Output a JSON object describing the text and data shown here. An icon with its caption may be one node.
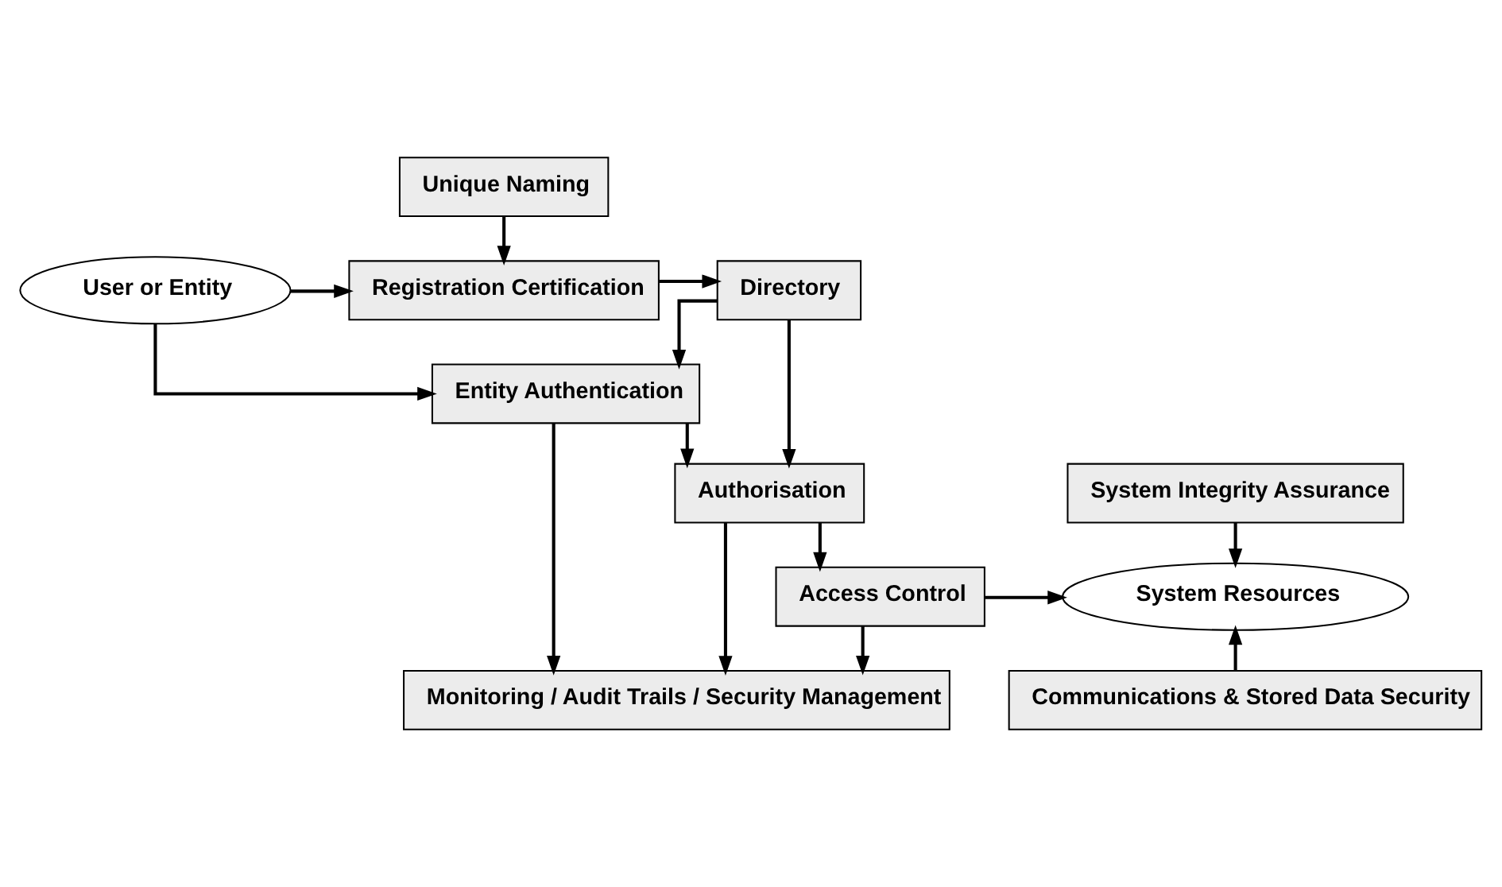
{
  "diagram": {
    "nodes": [
      {
        "text": [
          "Unique Naming"
        ]
      },
      {
        "text": [
          "Registration Certification"
        ]
      },
      {
        "text": [
          "User or Entity"
        ]
      },
      {
        "text": [
          "Directory"
        ]
      },
      {
        "text": [
          "System Integrity Assurance"
        ]
      },
      {
        "text": [
          "Entity Authentication"
        ]
      },
      {
        "text": [
          "Authorisation"
        ]
      },
      {
        "text": [
          "System Resources"
        ]
      },
      {
        "text": [
          "Access Control"
        ]
      },
      {
        "text": [
          "Monitoring / Audit Trails / Security Management"
        ]
      },
      {
        "text": [
          "Communications & Stored Data Security"
        ]
      }
    ],
    "edges": [
      {
        "from": 0,
        "to": 1,
        "arrow": "to"
      },
      {
        "from": 2,
        "to": 1,
        "arrow": "to"
      },
      {
        "from": 1,
        "to": 3,
        "arrow": "to"
      },
      {
        "from": 2,
        "to": 5,
        "arrow": "to"
      },
      {
        "from": 3,
        "to": 5,
        "arrow": "to"
      },
      {
        "from": 3,
        "to": 6,
        "arrow": "to"
      },
      {
        "from": 5,
        "to": 6,
        "arrow": "to"
      },
      {
        "from": 6,
        "to": 8,
        "arrow": "to"
      },
      {
        "from": 8,
        "to": 7,
        "arrow": "to"
      },
      {
        "from": 4,
        "to": 7,
        "arrow": "to"
      },
      {
        "from": 10,
        "to": 7,
        "arrow": "to"
      },
      {
        "from": 5,
        "to": 9,
        "arrow": "to"
      },
      {
        "from": 6,
        "to": 9,
        "arrow": "to"
      },
      {
        "from": 8,
        "to": 9,
        "arrow": "to"
      }
    ]
  }
}
